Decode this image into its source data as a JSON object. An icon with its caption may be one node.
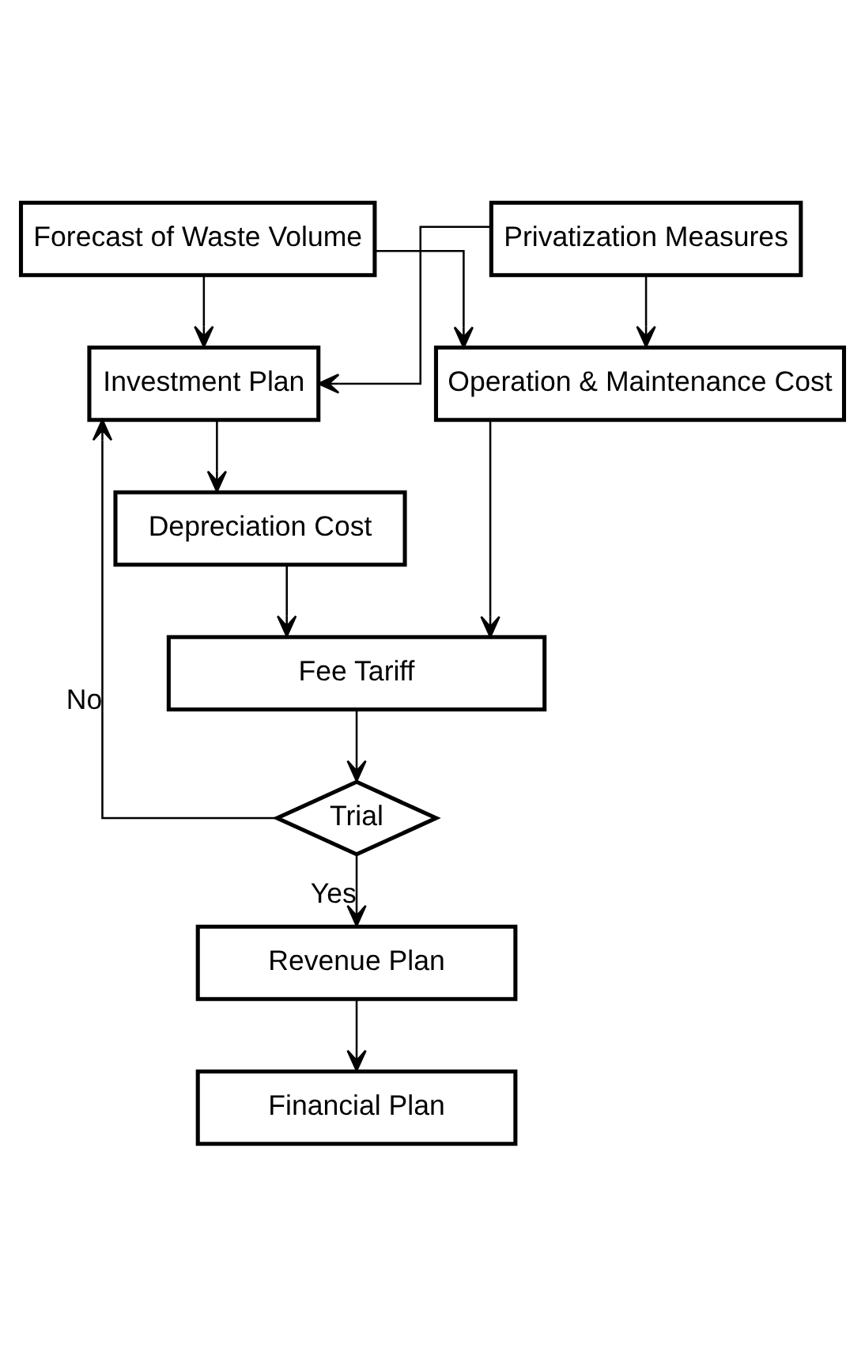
{
  "diagram": {
    "nodes": [
      {
        "text": [
          "Forecast of Waste Volume"
        ]
      },
      {
        "text": [
          "Privatization Measures"
        ]
      },
      {
        "text": [
          "Operation & Maintenance Cost"
        ]
      },
      {
        "text": [
          "Investment Plan"
        ]
      },
      {
        "text": [
          "Depreciation Cost"
        ]
      },
      {
        "text": [
          "Fee Tariff"
        ]
      },
      {
        "text": [
          "Trial"
        ]
      },
      {
        "text": [
          "Revenue Plan"
        ]
      },
      {
        "text": [
          "Financial Plan"
        ]
      }
    ],
    "edges": [
      {
        "from": 0,
        "to": 2,
        "arrow": "to"
      },
      {
        "from": 0,
        "to": 3,
        "arrow": "to"
      },
      {
        "from": 1,
        "to": 3,
        "arrow": "to"
      },
      {
        "from": 1,
        "to": 2,
        "arrow": "to"
      },
      {
        "from": 3,
        "to": 4,
        "arrow": "to"
      },
      {
        "from": 2,
        "to": 5,
        "arrow": "to"
      },
      {
        "from": 4,
        "to": 5,
        "arrow": "to"
      },
      {
        "from": 5,
        "to": 6,
        "arrow": "to"
      },
      {
        "from": 6,
        "to": 3,
        "arrow": "to",
        "label": "No"
      },
      {
        "from": 6,
        "to": 7,
        "arrow": "to",
        "label": "Yes"
      },
      {
        "from": 7,
        "to": 8,
        "arrow": "to"
      }
    ]
  }
}
